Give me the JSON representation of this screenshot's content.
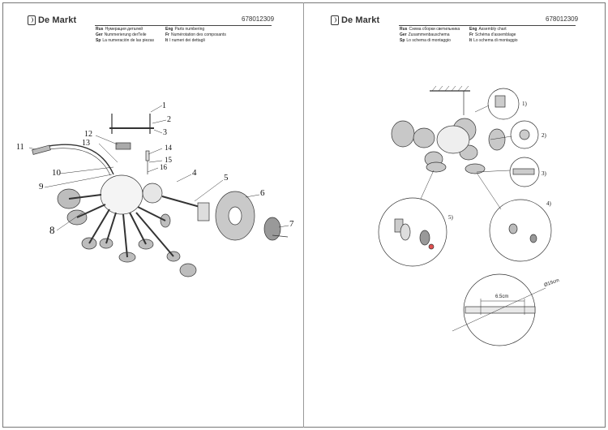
{
  "brand": "De Markt",
  "article_code": "678012309",
  "left_header": {
    "col1": [
      {
        "lang": "Rus",
        "text": "Нумерация деталей"
      },
      {
        "lang": "Ger",
        "text": "Nummerierung derTeile"
      },
      {
        "lang": "Sp",
        "text": "La numeración de las piezas"
      }
    ],
    "col2": [
      {
        "lang": "Eng",
        "text": "Parts numbering"
      },
      {
        "lang": "Fr",
        "text": "Numérotation des composants"
      },
      {
        "lang": "It",
        "text": "I numeri dei dettagli"
      }
    ]
  },
  "right_header": {
    "col1": [
      {
        "lang": "Rus",
        "text": "Схема сборки светильника"
      },
      {
        "lang": "Ger",
        "text": "Zusammenbauschema"
      },
      {
        "lang": "Sp",
        "text": "Lo schema di montaggio"
      }
    ],
    "col2": [
      {
        "lang": "Eng",
        "text": "Assembly chart"
      },
      {
        "lang": "Fr",
        "text": "Schéma d'assemblage"
      },
      {
        "lang": "It",
        "text": "Lo schema di montaggio"
      }
    ]
  },
  "part_numbers": [
    "1",
    "2",
    "3",
    "14",
    "15",
    "16",
    "4",
    "5",
    "6",
    "7",
    "12",
    "13",
    "11",
    "10",
    "9",
    "8"
  ],
  "steps": [
    "1)",
    "2)",
    "3)",
    "4)",
    "5)"
  ],
  "dimensions": {
    "spacing": "6.5cm",
    "diameter": "Ø15cm"
  }
}
